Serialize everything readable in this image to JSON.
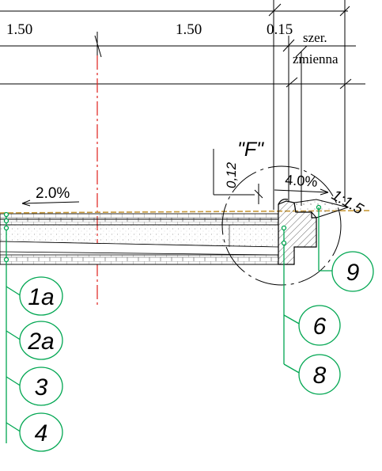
{
  "dimensions": {
    "dim_left": "1.50",
    "dim_mid": "1.50",
    "dim_curb": "0.15",
    "dim_var_1": "szer.",
    "dim_var_2": "zmienna"
  },
  "annotations": {
    "slope_road": "2.0%",
    "slope_curb": "4.0%",
    "slope_embankment": "1:1.5",
    "detail_label": "\"F\"",
    "curb_height": "0,12"
  },
  "layers": [
    {
      "id": "1a",
      "label": "1a"
    },
    {
      "id": "2a",
      "label": "2a"
    },
    {
      "id": "3",
      "label": "3"
    },
    {
      "id": "4",
      "label": "4"
    },
    {
      "id": "6",
      "label": "6"
    },
    {
      "id": "8",
      "label": "8"
    },
    {
      "id": "9",
      "label": "9"
    }
  ],
  "colors": {
    "line": "#000000",
    "callout": "#00a651",
    "axis": "#e0201b",
    "surface": "#c89a3c"
  }
}
